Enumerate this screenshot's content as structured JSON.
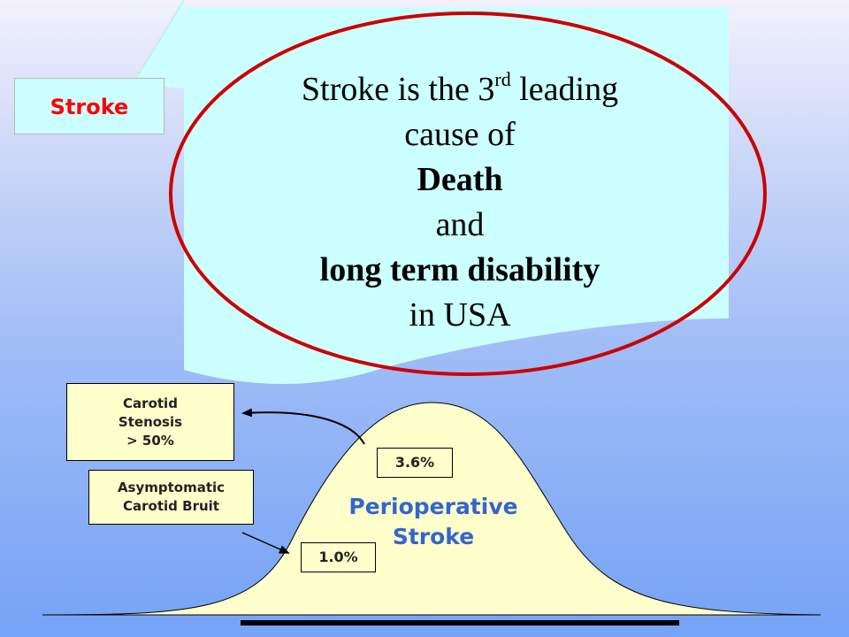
{
  "stroke_tag": {
    "label": "Stroke"
  },
  "callout": {
    "line1_pre": "Stroke is the 3",
    "line1_sup": "rd",
    "line1_post": " leading",
    "line2": "cause of",
    "line3": "Death",
    "line4": "and",
    "line5": "long term disability",
    "line6": "in USA"
  },
  "boxes": {
    "stenosis_line1": "Carotid",
    "stenosis_line2": "Stenosis",
    "stenosis_line3": "> 50%",
    "bruit_line1": "Asymptomatic",
    "bruit_line2": "Carotid Bruit",
    "pct_high": "3.6%",
    "pct_low": "1.0%"
  },
  "curve": {
    "label_line1": "Perioperative",
    "label_line2": "Stroke"
  },
  "colors": {
    "callout_fill": "#ccffff",
    "ellipse_outline": "#cc0000",
    "curve_fill": "#ffffcc",
    "tag_text": "#ff0000",
    "curve_label": "#3366cc"
  }
}
